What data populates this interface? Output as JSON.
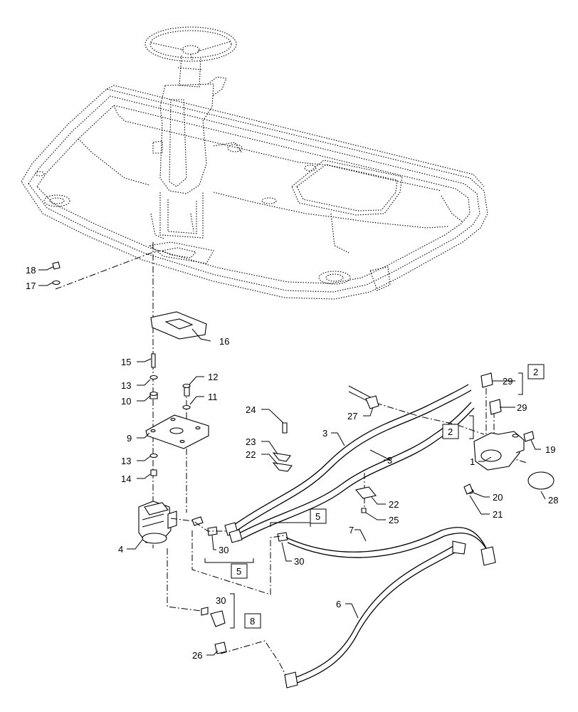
{
  "callouts": {
    "c1": "1",
    "c2a": "2",
    "c2b": "2",
    "c3a": "3",
    "c3b": "3",
    "c4": "4",
    "c5a": "5",
    "c5b": "5",
    "c6": "6",
    "c7": "7",
    "c8": "8",
    "c9": "9",
    "c10": "10",
    "c11": "11",
    "c12": "12",
    "c13a": "13",
    "c13b": "13",
    "c14": "14",
    "c15": "15",
    "c16": "16",
    "c17": "17",
    "c18": "18",
    "c19": "19",
    "c20": "20",
    "c21": "21",
    "c22a": "22",
    "c22b": "22",
    "c23": "23",
    "c24": "24",
    "c25": "25",
    "c26": "26",
    "c27": "27",
    "c28": "28",
    "c29a": "29",
    "c29b": "29",
    "c30a": "30",
    "c30b": "30",
    "c30c": "30"
  }
}
